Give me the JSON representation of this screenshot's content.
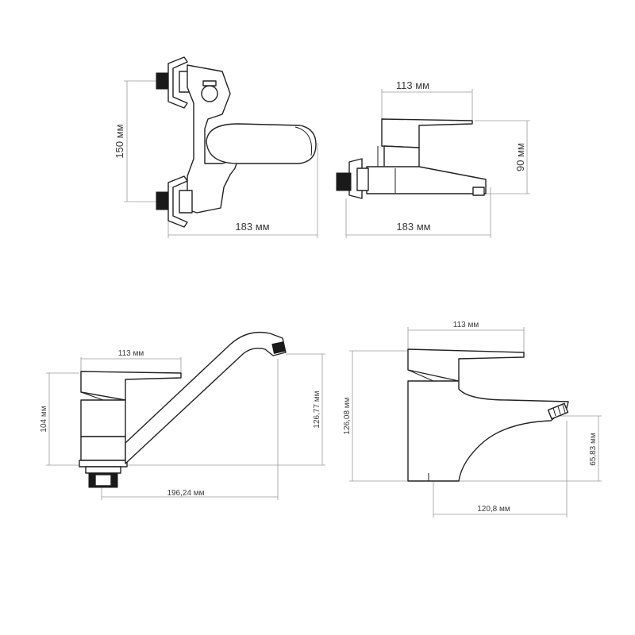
{
  "dimensions": {
    "wall_mixer_front": {
      "height": "150 мм",
      "width": "183 мм"
    },
    "wall_mixer_side": {
      "handle_length": "113 мм",
      "height": "90 мм",
      "depth": "183 мм"
    },
    "sink_mixer": {
      "handle_length": "113 мм",
      "body_height": "104 мм",
      "total_height": "126,77 мм",
      "spout_reach": "196,24 мм"
    },
    "basin_mixer": {
      "handle_length": "113 мм",
      "total_height": "126,08 мм",
      "spout_height": "65,83 мм",
      "spout_reach": "120,8 мм"
    }
  }
}
